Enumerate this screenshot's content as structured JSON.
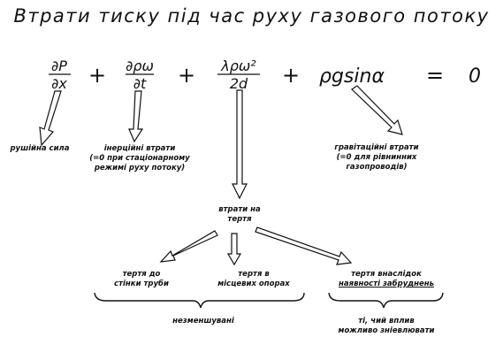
{
  "title": "Втрати тиску під час руху газового потоку",
  "equation": {
    "term1": {
      "numerator": "∂P",
      "denominator": "∂x"
    },
    "term2": {
      "numerator": "∂ρω",
      "denominator": "∂t"
    },
    "term3": {
      "numerator": "λρω²",
      "denominator": "2d"
    },
    "term4": "ρgsinα",
    "plus": "+",
    "equals": "=",
    "rhs": "0"
  },
  "labels": {
    "rushiina_syla": "рушійна сила",
    "inertial": [
      "інерційні втрати",
      "(=0 при стаціонарному",
      "режимі руху потоку)"
    ],
    "gravitational": [
      "гравітаційні втрати",
      "(=0 для рівнинних",
      "газопроводів)"
    ],
    "friction": [
      "втрати на",
      "тертя"
    ],
    "wall_friction": [
      "тертя до",
      "стінки труби"
    ],
    "local_friction": [
      "тертя в",
      "місцевих опорах"
    ],
    "deposits": [
      "тертя внаслідок",
      "наявності забруднень"
    ],
    "unremovable": "незменшувані",
    "reducible": [
      "ті, чий вплив",
      "можливо зніевлювати"
    ]
  }
}
